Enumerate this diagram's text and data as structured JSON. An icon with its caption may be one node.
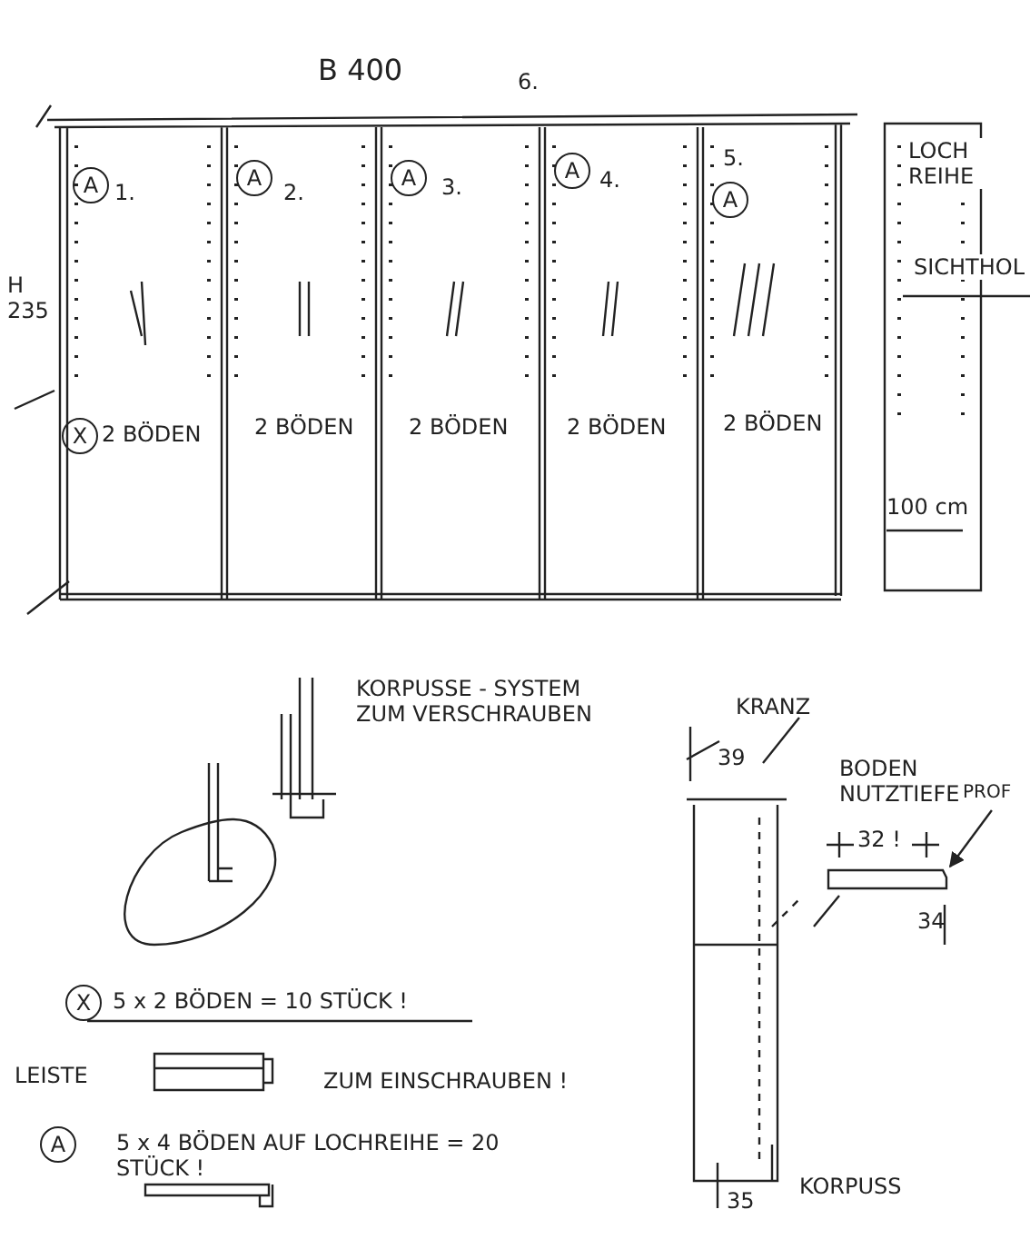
{
  "diagram": {
    "nodes": [
      {
        "text": [
          "PROF"
        ]
      },
      {
        "text": [],
        "shape": "bar"
      }
    ],
    "edges": [
      {
        "from": 0,
        "to": 1,
        "arrow": "to"
      }
    ],
    "labels": [
      "B 400",
      "6.",
      "H 235",
      "A",
      "1.",
      "A",
      "2.",
      "A",
      "3.",
      "A",
      "4.",
      "5.",
      "A",
      "LOCH REIHE",
      "SICHTHOL",
      "X",
      "2 BÖDEN",
      "2 BÖDEN",
      "2 BÖDEN",
      "2 BÖDEN",
      "2 BÖDEN",
      "100 cm",
      "KORPUSSE - SYSTEM ZUM VERSCHRAUBEN",
      "KRANZ",
      "39",
      "BODEN NUTZTIEFE",
      "32 !",
      "34",
      "X",
      "5 x 2 BÖDEN = 10 STÜCK !",
      "LEISTE",
      "ZUM EINSCHRAUBEN !",
      "A",
      "5 x 4 BÖDEN AUF LOCHREIHE = 20 STÜCK !",
      "35",
      "KORPUSS"
    ]
  }
}
